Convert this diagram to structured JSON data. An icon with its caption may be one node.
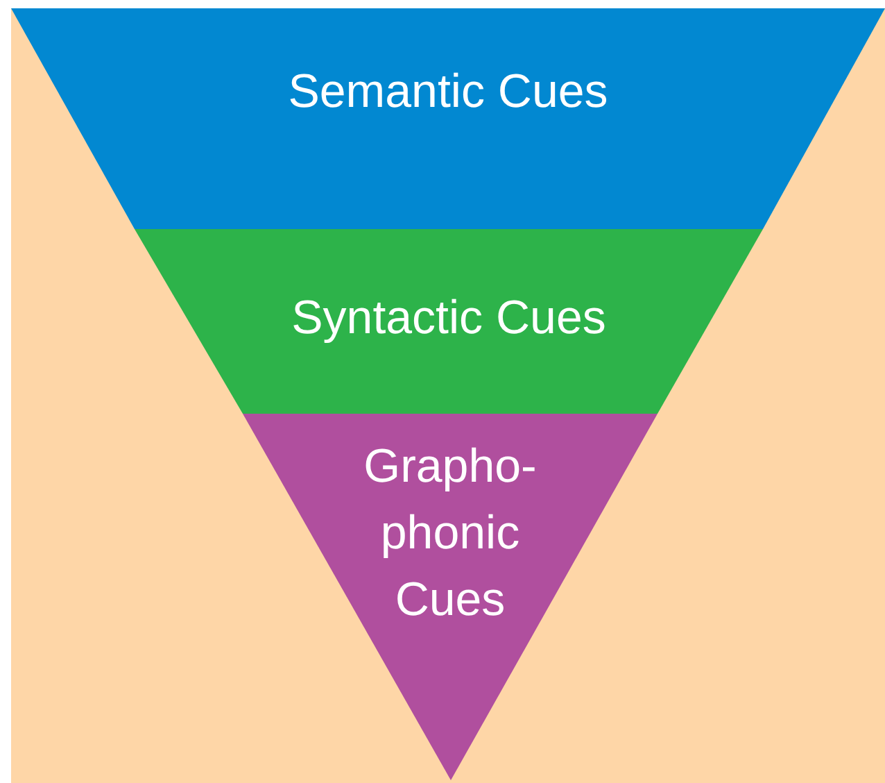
{
  "diagram": {
    "nodes": [
      {
        "text": [
          "Semantic Cues"
        ]
      },
      {
        "text": [
          "Syntactic Cues"
        ]
      },
      {
        "text": [
          "Grapho- phonic Cues"
        ]
      }
    ]
  }
}
